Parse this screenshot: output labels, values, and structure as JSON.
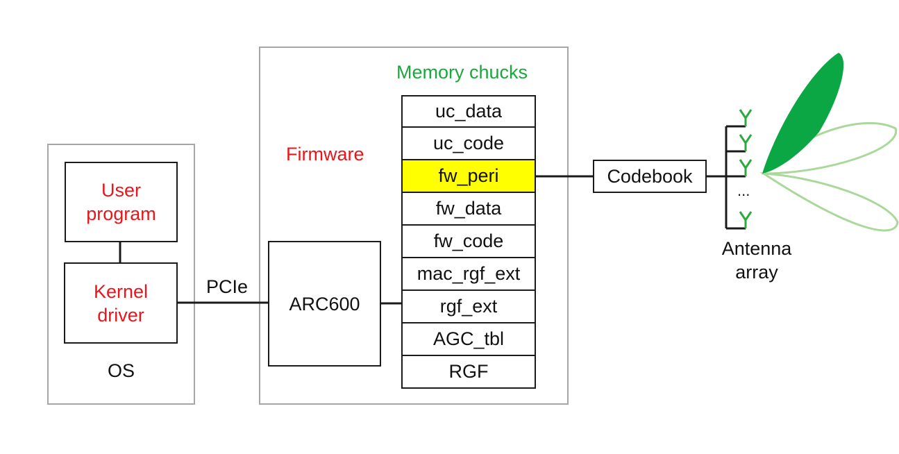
{
  "os": {
    "label": "OS",
    "user_program": "User\nprogram",
    "kernel_driver": "Kernel\ndriver"
  },
  "bus_label": "PCIe",
  "firmware": {
    "label": "Firmware",
    "processor": "ARC600"
  },
  "memory": {
    "title": "Memory chucks",
    "chunks": [
      "uc_data",
      "uc_code",
      "fw_peri",
      "fw_data",
      "fw_code",
      "mac_rgf_ext",
      "rgf_ext",
      "AGC_tbl",
      "RGF"
    ],
    "highlighted": "fw_peri",
    "highlight_color": "#ffff00"
  },
  "codebook": "Codebook",
  "antenna": {
    "label": "Antenna\narray",
    "ellipsis": "...",
    "beam_main_color": "#0aa744",
    "beam_side_color": "#a9d89a",
    "element_color": "#2eaa3c"
  },
  "colors": {
    "red_text": "#e8161b",
    "green_text": "#1aa83c"
  }
}
